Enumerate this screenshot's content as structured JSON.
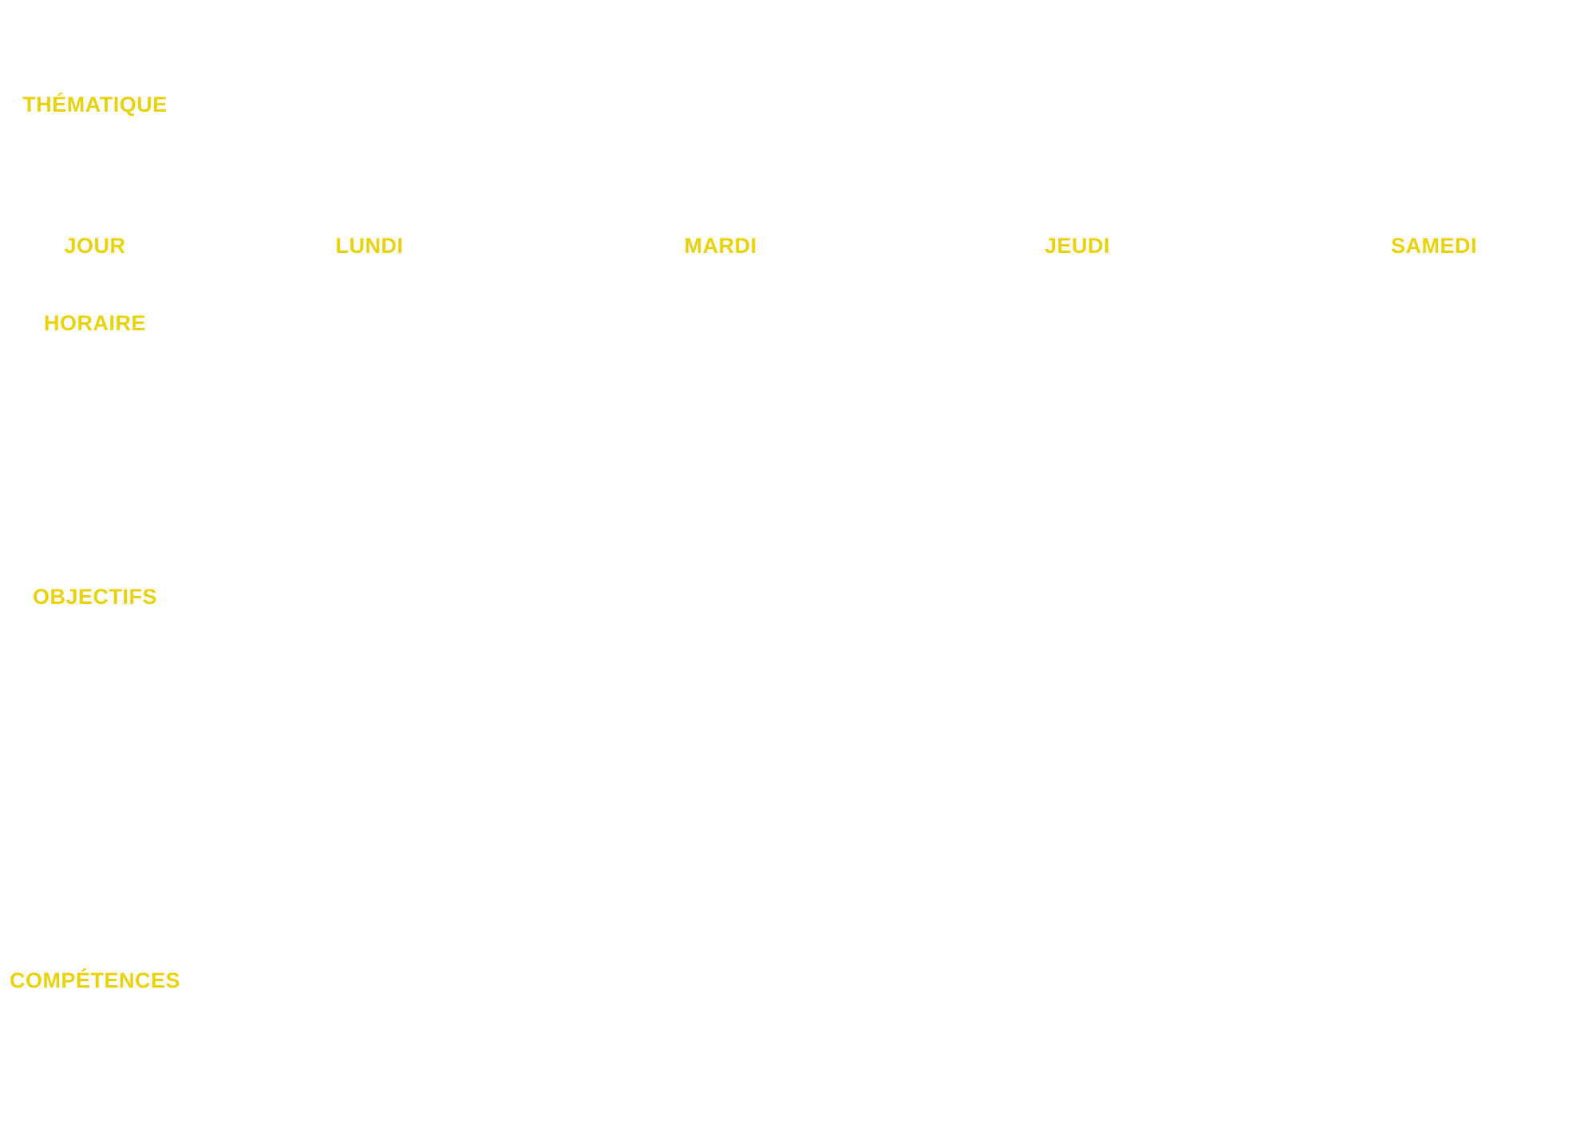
{
  "labels": {
    "thematique": "THÉMATIQUE",
    "jour": "JOUR",
    "horaire": "HORAIRE",
    "objectifs": "OBJECTIFS",
    "competences": "COMPÉTENCES"
  },
  "days": [
    "LUNDI",
    "MARDI",
    "JEUDI",
    "SAMEDI"
  ],
  "colors": {
    "accent": "#e8d20c",
    "background": "#ffffff"
  }
}
